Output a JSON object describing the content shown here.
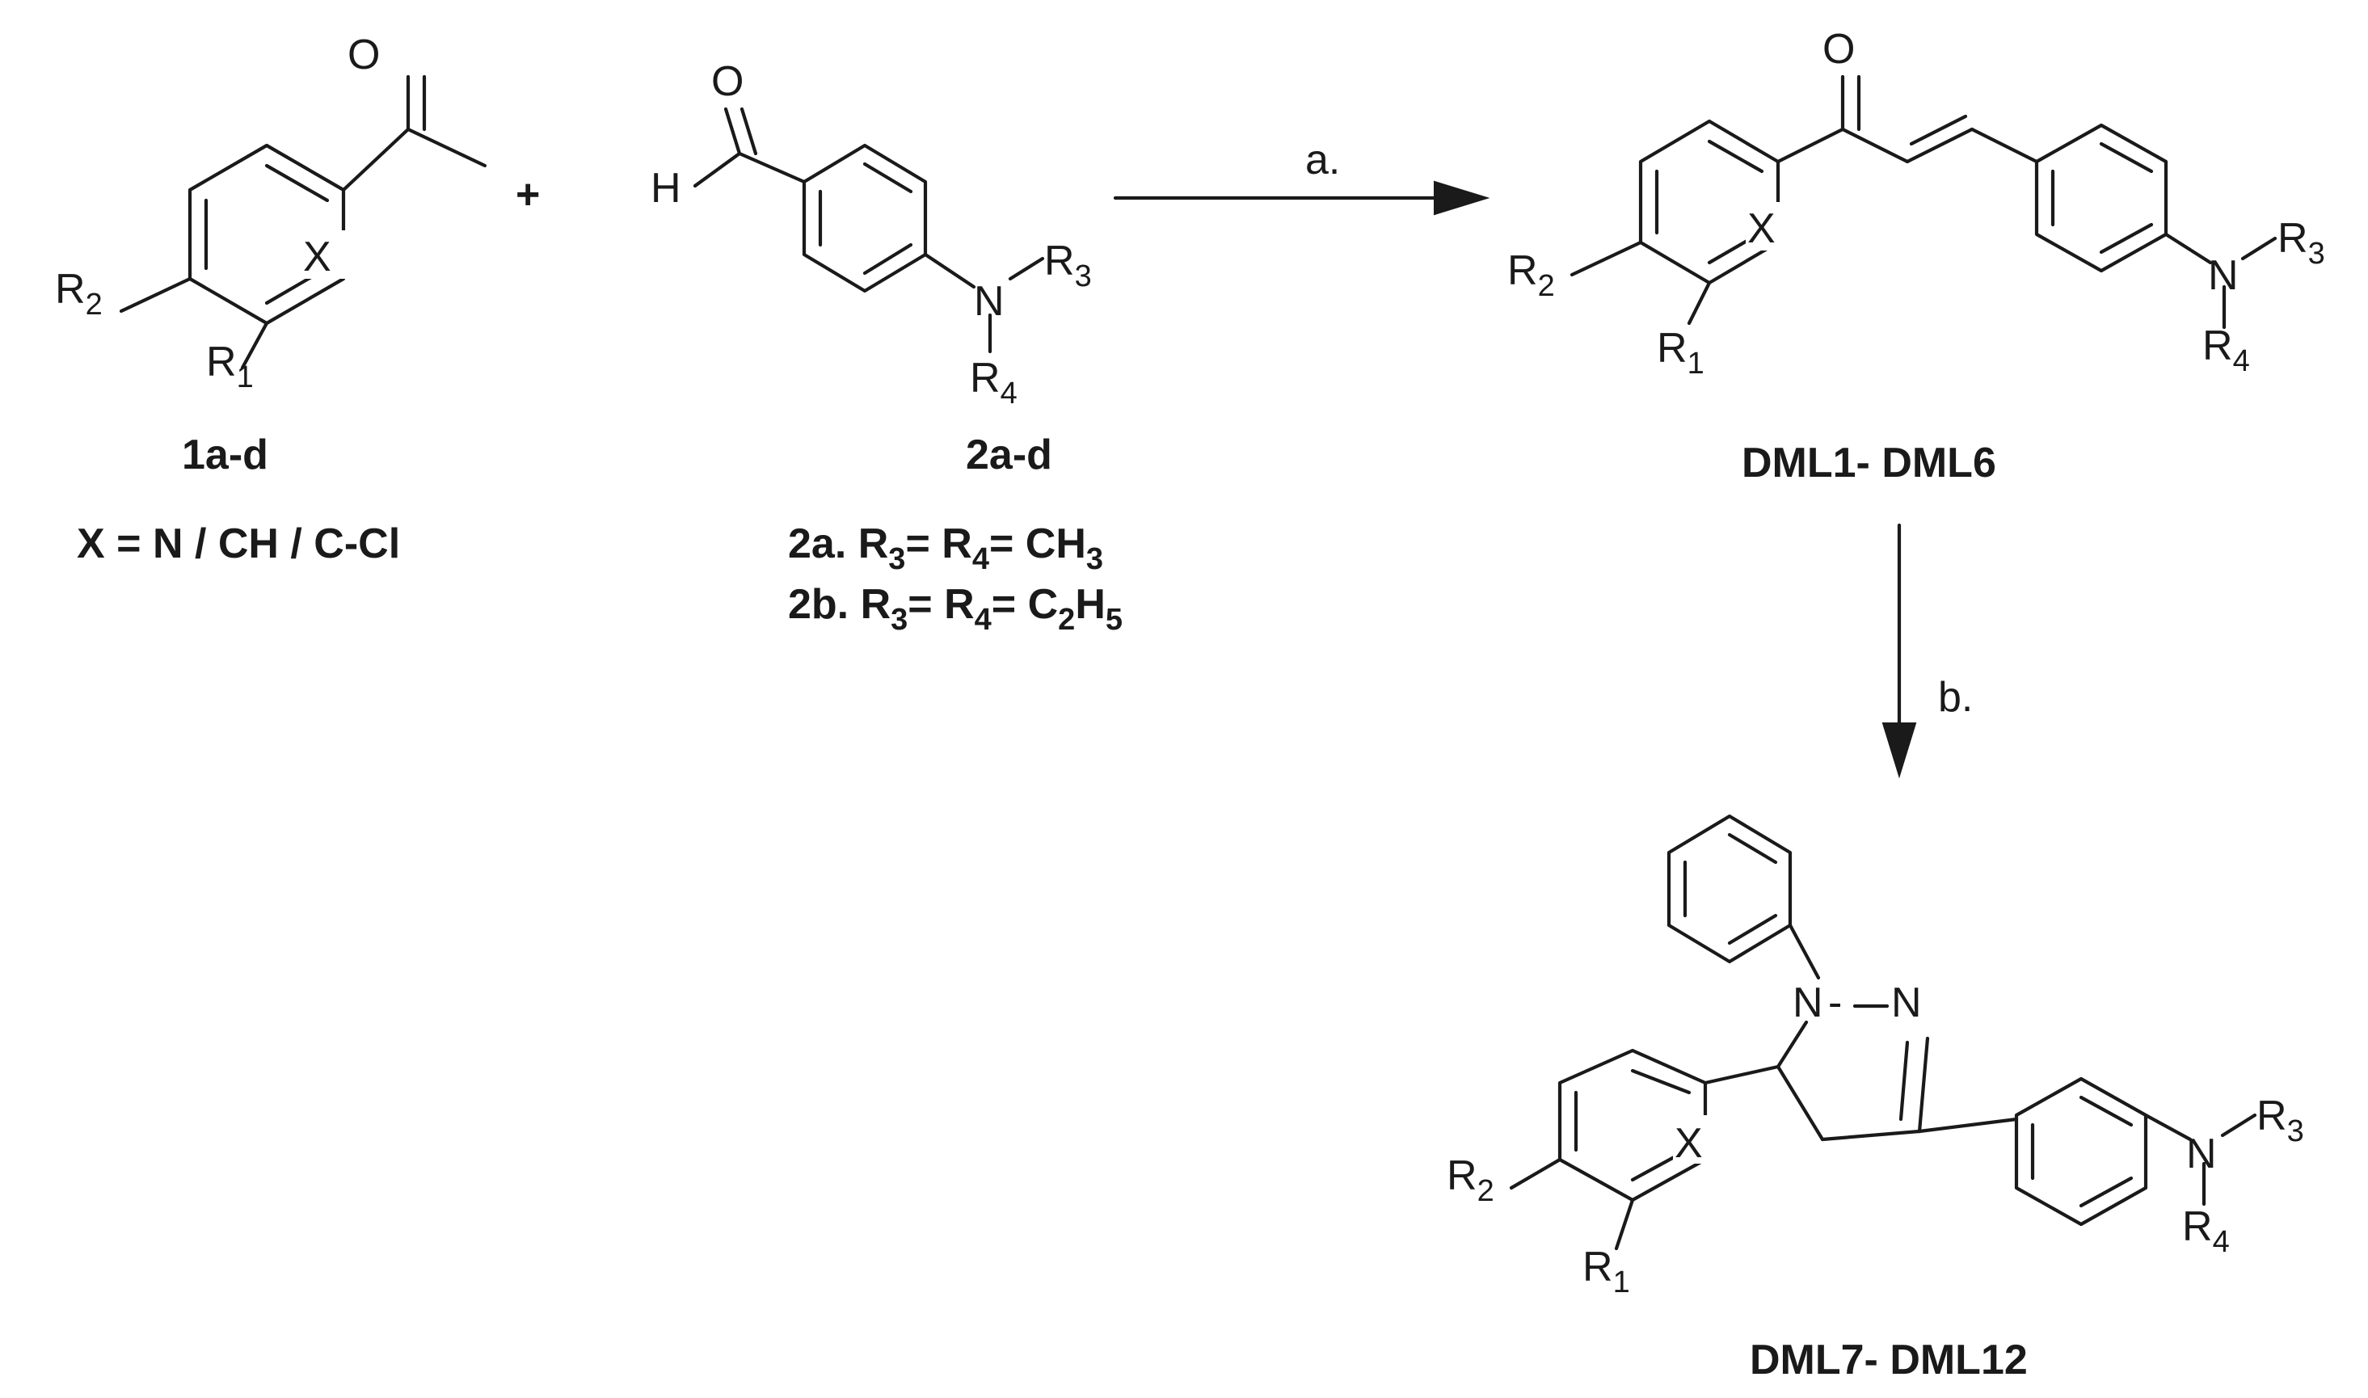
{
  "atoms": {
    "O": "O",
    "H": "H",
    "N": "N",
    "X": "X",
    "R": "R",
    "dash": "-"
  },
  "subscripts": {
    "one": "1",
    "two": "2",
    "three": "3",
    "four": "4",
    "five": "5"
  },
  "plus": "+",
  "step_a": "a.",
  "step_b": "b.",
  "compound_1": "1a-d",
  "compound_1_x_definition": "X = N / CH / C-Cl",
  "compound_2": "2a-d",
  "compound_2a": {
    "prefix": "2a. R",
    "mid1": "= R",
    "mid2": "= CH"
  },
  "compound_2b": {
    "prefix": "2b. R",
    "mid1": "= R",
    "mid2": "= C",
    "mid3": "H"
  },
  "product_1": "DML1- DML6",
  "product_2": "DML7- DML12"
}
